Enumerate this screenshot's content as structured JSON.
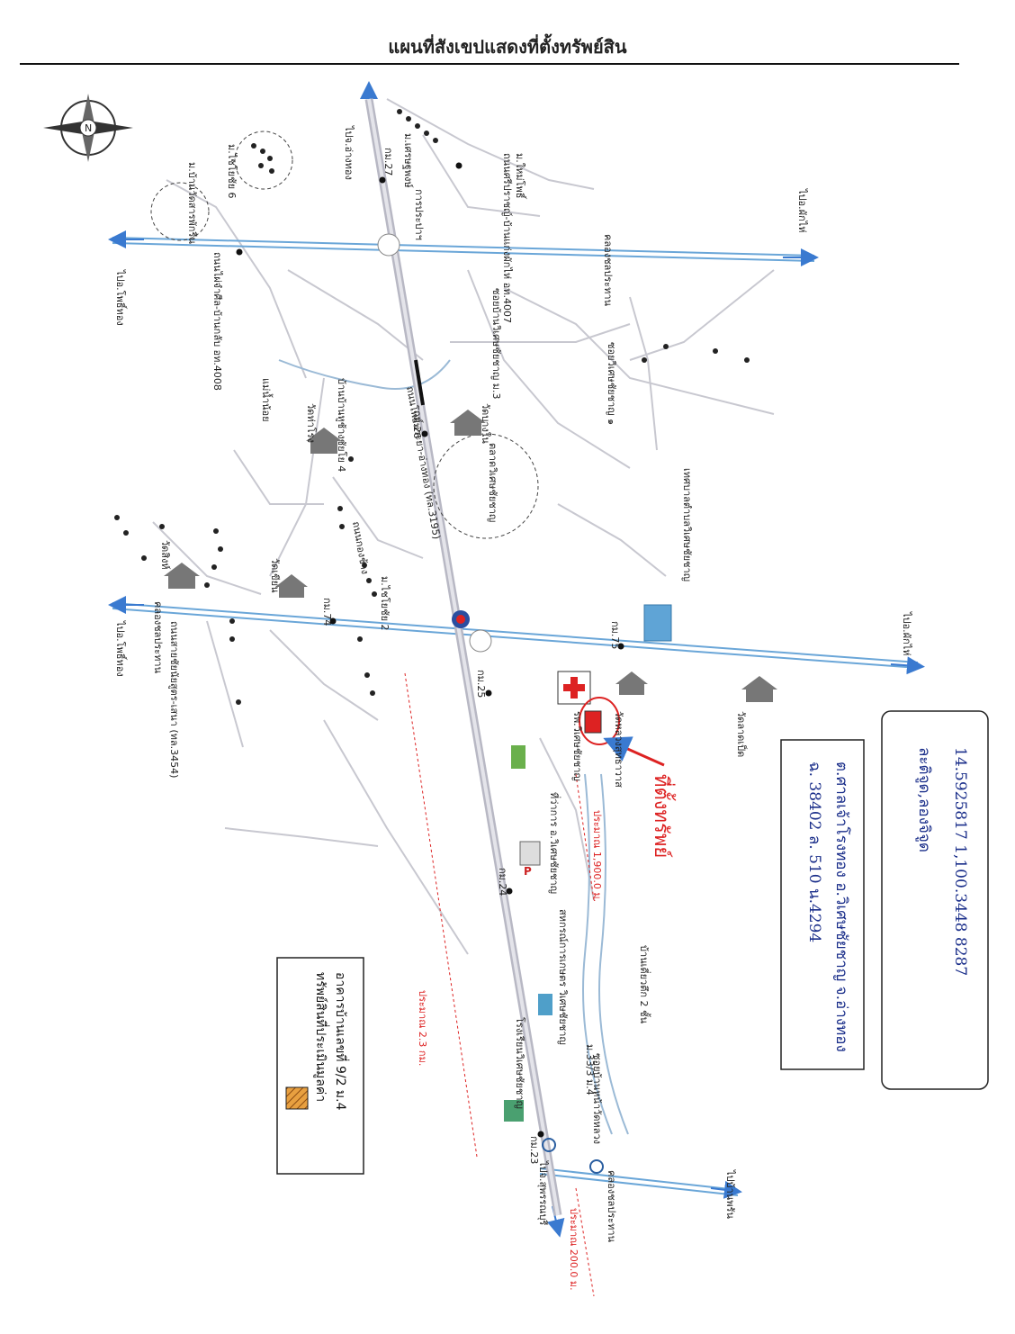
{
  "title": "แผนที่สังเขปแสดงที่ตั้งทรัพย์สิน",
  "roads": {
    "main_highway": "ถนนโพธิ์พระยา-อ่างทอง (ทล.3195)",
    "road_4007": "ถนนศรีปราชญ์-บ้านแก่งผักไห่ อท.4007",
    "road_4008": "ถนนไผ่จำศีล-บ้านกลับ อท.4008",
    "road_3454": "ถนนสายชัยนัยสูตร-เสนา (ทล.3454)",
    "road_kongchang": "ถนนกองช้าง",
    "soi_m3": "ซอยบ้านวิเศษชัยชาญ ม.3",
    "soi_wiset": "ซอยวิเศษชัยชาญ ๑"
  },
  "canals": {
    "top": "คลองชลประทาน",
    "left": "คลองชลประทาน",
    "bottom": "คลองชลประทาน"
  },
  "rivers": {
    "noi": "แม่น้ำน้อย"
  },
  "direction_labels": {
    "to_angthong": "ไปจ.อ่างทอง",
    "to_photong_top": "ไปอ.โพธิ์ทอง",
    "to_phakhai_top": "ไปอ.ผักไห่",
    "to_photong_mid": "ไปอ.โพธิ์ทอง",
    "to_phakhai_mid": "ไปอ.ผักไห่",
    "to_suphanburi": "ไปจ.สุพรรณบุรี",
    "to_ban_phran": "ไปบ้านพรัน"
  },
  "km_markers": {
    "km23": "กม.23",
    "km24": "กม.24",
    "km25": "กม.25",
    "km26": "กม.26",
    "km27": "กม.27",
    "km74": "กม.74",
    "km75": "กม.75"
  },
  "places": {
    "ban_watsaraphakrin": "ม.บ้านวัดสารพักรีน",
    "mu_chaiyo6": "ม.ไชโยชัย 6",
    "mu_setthaphong": "ม.เศรษฐพงษ์",
    "mu_mai": "ม.ใหม่โพธิ์",
    "water_works": "การประปาฯ",
    "wat_tham": "วัดท่าโรง",
    "wat_nai": "วัดบางใน",
    "market": "ตลาดวิเศษชัยชาญ",
    "wat_singh": "วัดสิงห์",
    "wat_khian": "วัดเขียน",
    "mu_chaiyo2": "ม.ไชโยชัย 2",
    "tesaban": "เทศบาลตำบลวิเศษชัยชาญ",
    "ban_chaiyo4": "บ้านบ้านหูช้างชัยโย 4",
    "hospital": "รพ.วิเศษชัยชาญ",
    "wat_sutthawat": "วัดหลวงสุทธาวาส",
    "wat_latpet": "วัดลาดเป็ด",
    "district_office": "ที่ว่าการ อ.วิเศษชัยชาญ",
    "agri_coop": "สหกรณ์การเกษตร วิเศษชัยชาญ",
    "school": "โรงเรียนวิเศษชัยชาญ",
    "house_2floor": "บ้านเดี่ยวตึก 2 ชั้น",
    "mu_33": "ม.33/3 ม.4",
    "soi_ban_wat": "ซอยบ้านหน้าวัดหลวง"
  },
  "distances": {
    "d1900": "ประมาณ 1,900.0 ม.",
    "d2300": "ประมาณ 2.3 กม.",
    "d200": "ประมาณ 200.0 ม."
  },
  "legend": {
    "line1": "ทรัพย์สินที่ประเมินมูลค่า",
    "line2": "อาคารบ้านเลขที่ 9/2 ม.4"
  },
  "handwritten": {
    "site_label": "ที่ตั้งทรัพย์"
  },
  "notes": {
    "box1_line1": "ฉ. 38402 ล. 510 น.4294",
    "box1_line2": "ต.ศาลเจ้าโรงทอง อ.วิเศษชัยชาญ จ.อ่างทอง",
    "box2_line1": "ละติจูด,ลองจิจูด",
    "box2_line2": "14.5925817 1,100.3448 8287"
  },
  "compass": "N",
  "colors": {
    "road": "#c8c8d0",
    "canal": "#6aa6d8",
    "arrow": "#3a7ad0",
    "red": "#dd2222",
    "ink": "#1a2e8a",
    "site": "#d62020"
  }
}
